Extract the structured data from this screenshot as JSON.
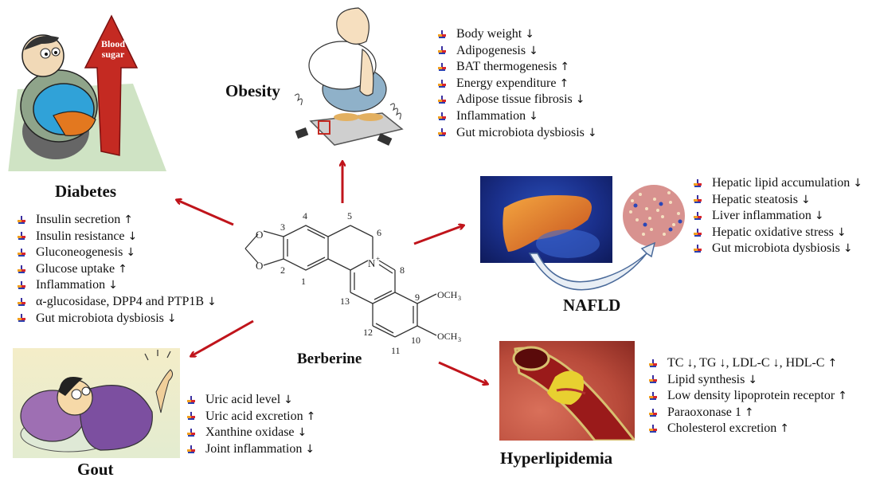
{
  "center": {
    "compound": "Berberine",
    "atom_labels": [
      "1",
      "2",
      "3",
      "4",
      "5",
      "6",
      "8",
      "9",
      "10",
      "11",
      "12",
      "13"
    ],
    "heteroatoms": {
      "oxygen": "O",
      "nitrogen": "N",
      "charge": "+",
      "methoxy": "OCH3"
    }
  },
  "arrow_color": "#c0141b",
  "diseases": {
    "obesity": {
      "title": "Obesity",
      "effects": [
        {
          "text": "Body weight",
          "dir": "↓"
        },
        {
          "text": "Adipogenesis",
          "dir": "↓"
        },
        {
          "text": "BAT thermogenesis",
          "dir": "↑"
        },
        {
          "text": "Energy expenditure",
          "dir": "↑"
        },
        {
          "text": "Adipose tissue fibrosis",
          "dir": "↓"
        },
        {
          "text": "Inflammation",
          "dir": "↓"
        },
        {
          "text": "Gut microbiota dysbiosis",
          "dir": "↓"
        }
      ]
    },
    "diabetes": {
      "title": "Diabetes",
      "illustration_text": {
        "line1": "Blood",
        "line2": "sugar"
      },
      "effects": [
        {
          "text": "Insulin secretion",
          "dir": "↑"
        },
        {
          "text": "Insulin resistance",
          "dir": "↓"
        },
        {
          "text": "Gluconeogenesis",
          "dir": "↓"
        },
        {
          "text": "Glucose uptake",
          "dir": "↑"
        },
        {
          "text": "Inflammation",
          "dir": "↓"
        },
        {
          "text": "α-glucosidase, DPP4 and PTP1B",
          "dir": "↓"
        },
        {
          "text": "Gut microbiota dysbiosis",
          "dir": "↓"
        }
      ]
    },
    "nafld": {
      "title": "NAFLD",
      "effects": [
        {
          "text": "Hepatic lipid accumulation",
          "dir": "↓"
        },
        {
          "text": "Hepatic steatosis",
          "dir": "↓"
        },
        {
          "text": "Liver inflammation",
          "dir": "↓"
        },
        {
          "text": "Hepatic oxidative stress",
          "dir": "↓"
        },
        {
          "text": "Gut microbiota dysbiosis",
          "dir": "↓"
        }
      ]
    },
    "gout": {
      "title": "Gout",
      "effects": [
        {
          "text": "Uric acid level",
          "dir": "↓"
        },
        {
          "text": "Uric acid excretion",
          "dir": "↑"
        },
        {
          "text": "Xanthine oxidase",
          "dir": "↓"
        },
        {
          "text": "Joint inflammation",
          "dir": "↓"
        }
      ]
    },
    "hyperlipidemia": {
      "title": "Hyperlipidemia",
      "effects": [
        {
          "text": "TC ↓, TG ↓, LDL-C ↓, HDL-C",
          "dir": "↑"
        },
        {
          "text": "Lipid synthesis",
          "dir": "↓"
        },
        {
          "text": "Low density lipoprotein receptor",
          "dir": "↑"
        },
        {
          "text": "Paraoxonase 1",
          "dir": "↑"
        },
        {
          "text": "Cholesterol excretion",
          "dir": "↑"
        }
      ]
    }
  }
}
